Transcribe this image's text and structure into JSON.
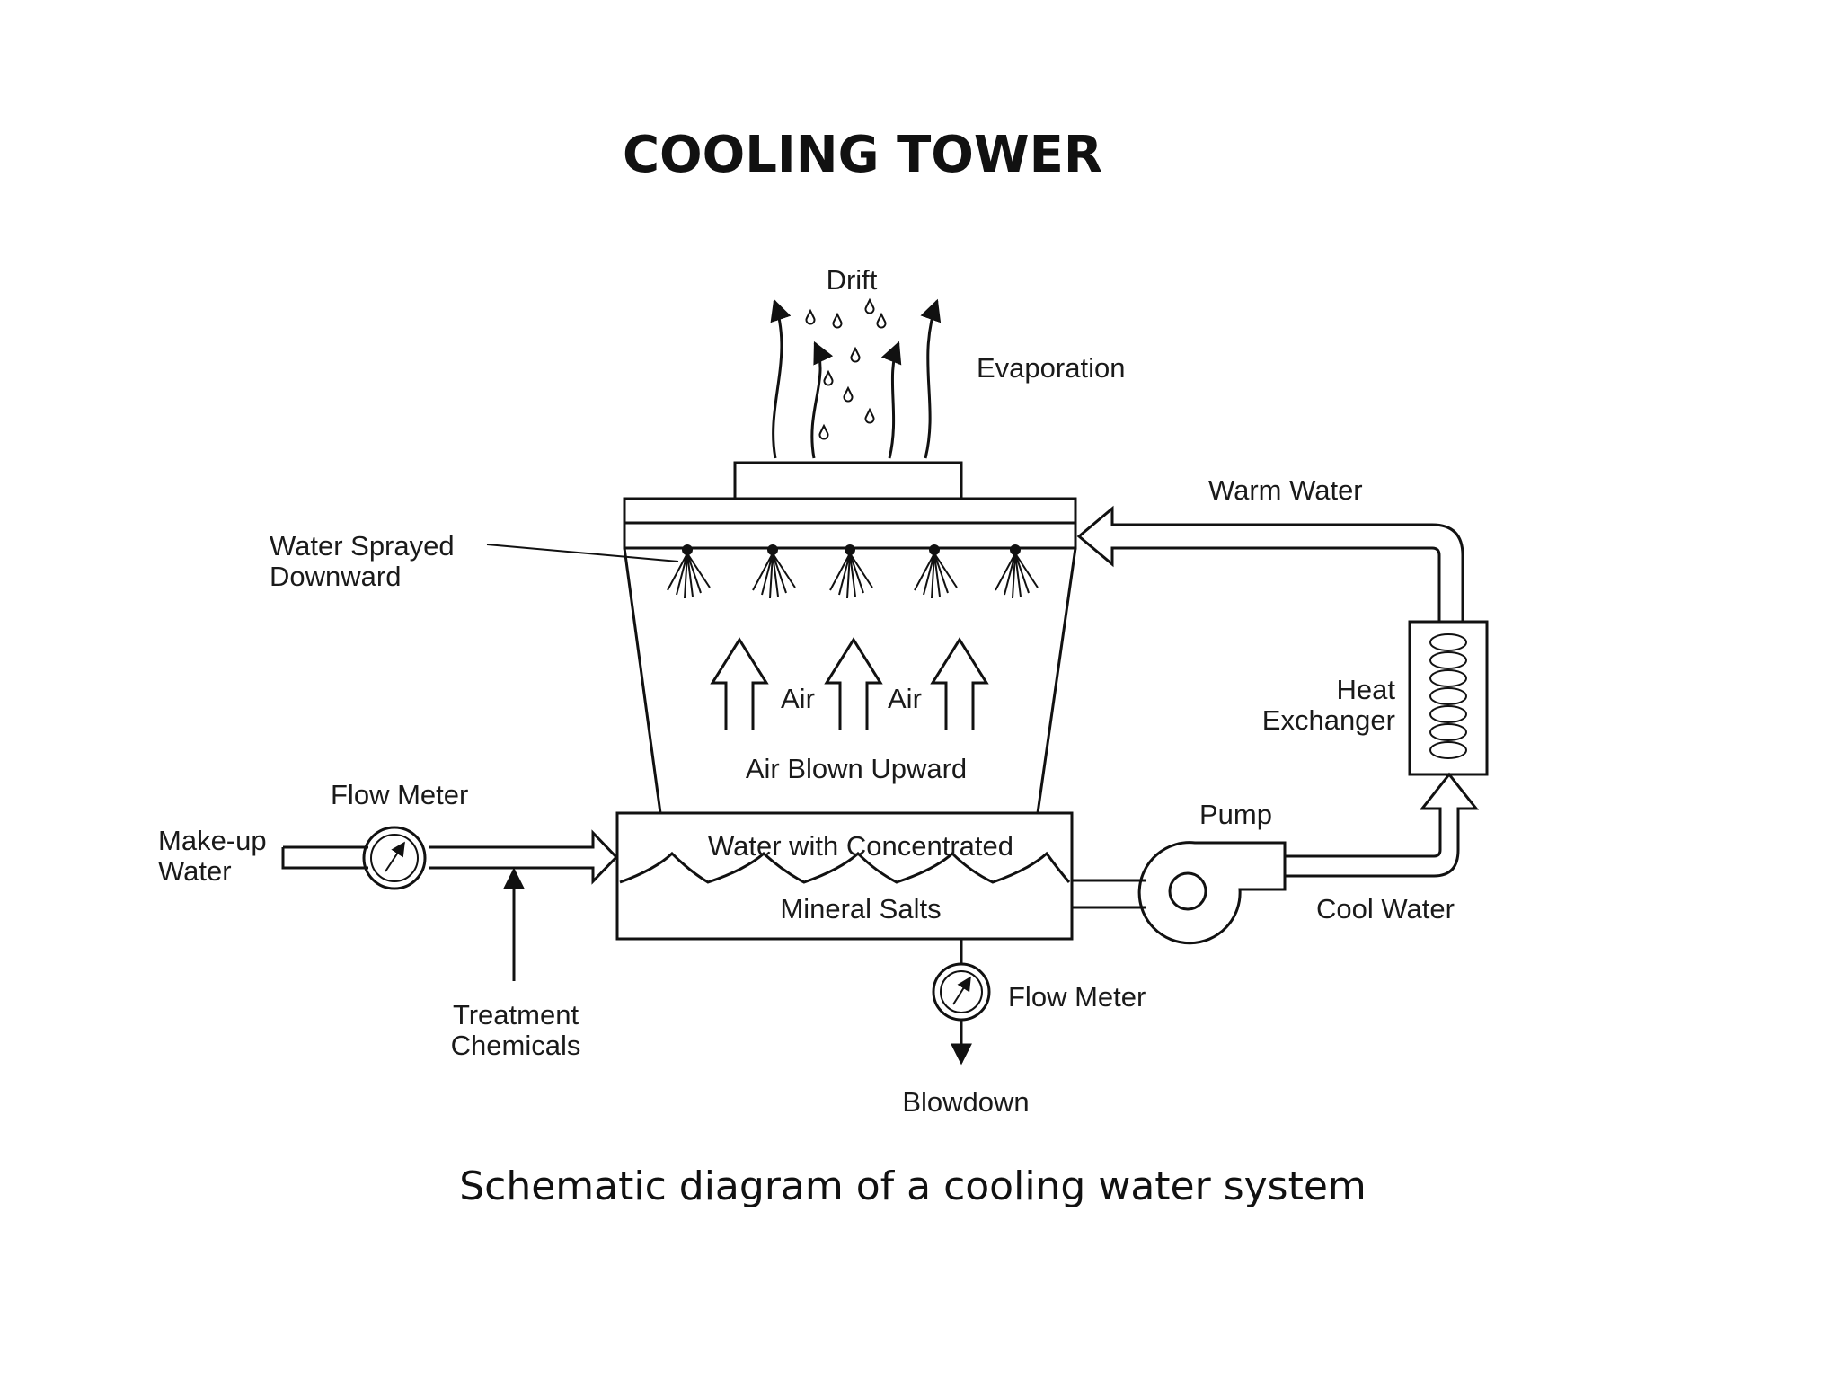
{
  "title": "COOLING TOWER",
  "caption": "Schematic diagram of a cooling water system",
  "labels": {
    "drift": "Drift",
    "evaporation": "Evaporation",
    "warm_water": "Warm Water",
    "spray_line1": "Water Sprayed",
    "spray_line2": "Downward",
    "air1": "Air",
    "air2": "Air",
    "air_blown": "Air Blown Upward",
    "heat_line1": "Heat",
    "heat_line2": "Exchanger",
    "flow_meter_left": "Flow Meter",
    "makeup_line1": "Make-up",
    "makeup_line2": "Water",
    "basin_line1": "Water with Concentrated",
    "basin_line2": "Mineral Salts",
    "pump": "Pump",
    "cool_water": "Cool Water",
    "treat_line1": "Treatment",
    "treat_line2": "Chemicals",
    "flow_meter_bottom": "Flow Meter",
    "blowdown": "Blowdown"
  }
}
